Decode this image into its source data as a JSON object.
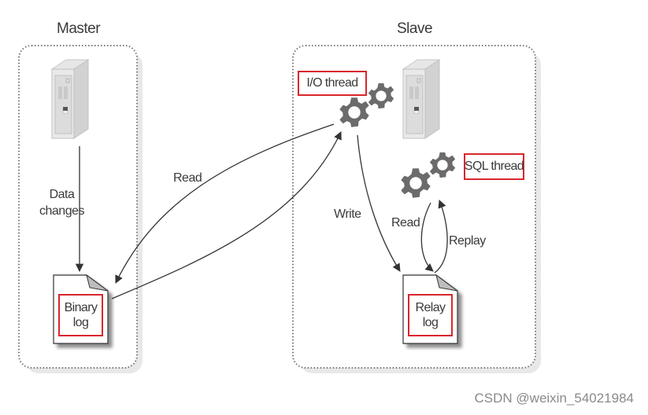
{
  "master": {
    "title": "Master",
    "edge_data_changes": [
      "Data",
      "changes"
    ],
    "file": {
      "line1": "Binary",
      "line2": "log"
    }
  },
  "slave": {
    "title": "Slave",
    "io_thread": "I/O thread",
    "sql_thread": "SQL thread",
    "file": {
      "line1": "Relay",
      "line2": "log"
    }
  },
  "edges": {
    "read_master": "Read",
    "write": "Write",
    "read_slave": "Read",
    "replay": "Replay"
  },
  "colors": {
    "highlight": "#d9262c",
    "arrow": "#3a3a3a",
    "gear": "#6b6b6b",
    "container_border": "#8a8a8a"
  },
  "watermark": "CSDN @weixin_54021984"
}
